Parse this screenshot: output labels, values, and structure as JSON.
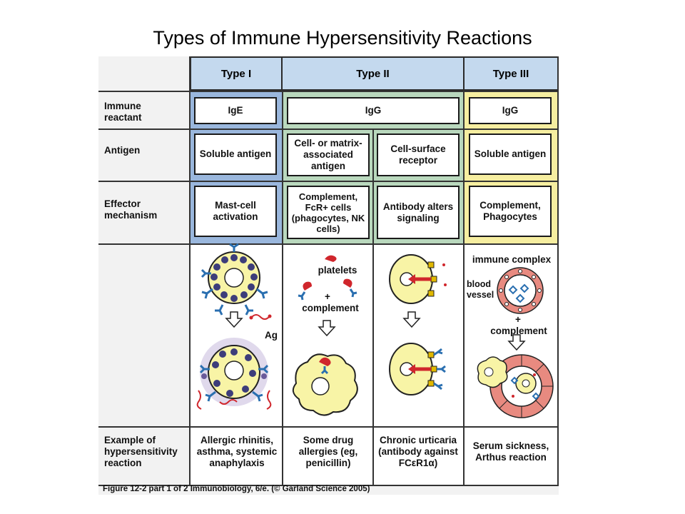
{
  "title": "Types of Immune Hypersensitivity Reactions",
  "columns": {
    "type1": "Type I",
    "type2": "Type II",
    "type3": "Type III"
  },
  "rows": {
    "immune_reactant": "Immune reactant",
    "antigen": "Antigen",
    "effector": "Effector mechanism",
    "example": "Example of hypersensitivity reaction"
  },
  "cells": {
    "reactant_type1": "IgE",
    "reactant_type2": "IgG",
    "reactant_type3": "IgG",
    "antigen_type1": "Soluble antigen",
    "antigen_type2a": "Cell- or matrix-associated antigen",
    "antigen_type2b": "Cell-surface receptor",
    "antigen_type3": "Soluble antigen",
    "effector_type1": "Mast-cell activation",
    "effector_type2a": "Complement, FcR+ cells (phagocytes, NK cells)",
    "effector_type2b": "Antibody alters signaling",
    "effector_type3": "Complement, Phagocytes"
  },
  "illustration_labels": {
    "ag": "Ag",
    "platelets": "platelets",
    "plus1": "+",
    "complement1": "complement",
    "immune_complex": "immune complex",
    "blood_vessel": "blood vessel",
    "plus2": "+",
    "complement2": "complement"
  },
  "examples": {
    "type1": "Allergic rhinitis, asthma, systemic anaphylaxis",
    "type2a": "Some drug allergies (eg, penicillin)",
    "type2b": "Chronic urticaria (antibody against FCεR1α)",
    "type3": "Serum sickness, Arthus reaction"
  },
  "caption": "Figure 12-2 part 1 of 2  Immunobiology, 6/e. (© Garland Science 2005)",
  "colors": {
    "type1_band": "#9ab7dd",
    "type2_band": "#b9d8bd",
    "type3_band": "#f6eea0",
    "header_fill": "#c4d9ee",
    "cell_yellow": "#f8f4a6",
    "granule": "#3d3d7a",
    "antibody": "#2a6fb0",
    "red": "#d0262c",
    "vessel": "#e88a80"
  }
}
